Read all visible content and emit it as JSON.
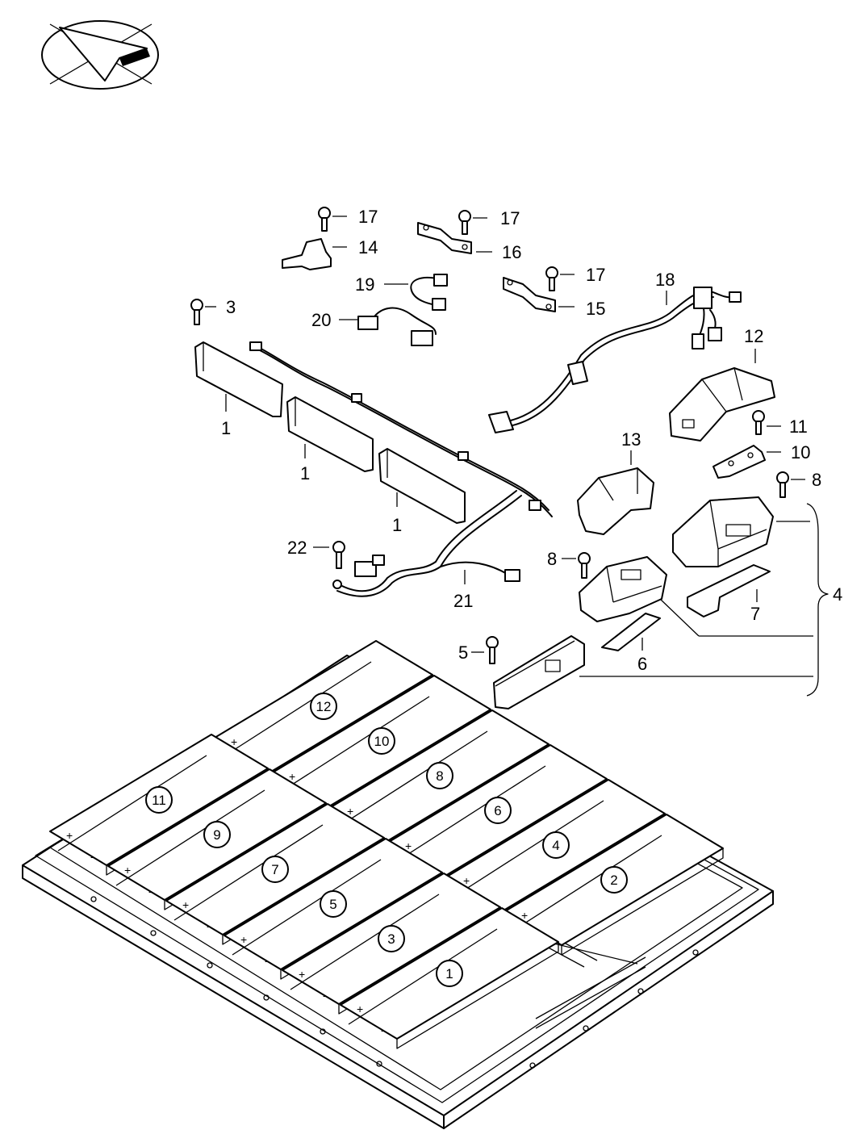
{
  "callouts": [
    {
      "id": "c3",
      "text": "3"
    },
    {
      "id": "c17a",
      "text": "17"
    },
    {
      "id": "c14",
      "text": "14"
    },
    {
      "id": "c17b",
      "text": "17"
    },
    {
      "id": "c16",
      "text": "16"
    },
    {
      "id": "c17c",
      "text": "17"
    },
    {
      "id": "c15",
      "text": "15"
    },
    {
      "id": "c19",
      "text": "19"
    },
    {
      "id": "c20",
      "text": "20"
    },
    {
      "id": "c18",
      "text": "18"
    },
    {
      "id": "c12",
      "text": "12"
    },
    {
      "id": "c11",
      "text": "11"
    },
    {
      "id": "c10",
      "text": "10"
    },
    {
      "id": "c8a",
      "text": "8"
    },
    {
      "id": "c13",
      "text": "13"
    },
    {
      "id": "c1a",
      "text": "1"
    },
    {
      "id": "c1b",
      "text": "1"
    },
    {
      "id": "c1c",
      "text": "1"
    },
    {
      "id": "c22",
      "text": "22"
    },
    {
      "id": "c21",
      "text": "21"
    },
    {
      "id": "c8b",
      "text": "8"
    },
    {
      "id": "c7",
      "text": "7"
    },
    {
      "id": "c4",
      "text": "4"
    },
    {
      "id": "c5",
      "text": "5"
    },
    {
      "id": "c6",
      "text": "6"
    }
  ],
  "modules": [
    "12",
    "10",
    "8",
    "6",
    "4",
    "2",
    "11",
    "9",
    "7",
    "5",
    "3",
    "1"
  ],
  "polarity": {
    "plus": "+",
    "minus": "-"
  },
  "icons": {
    "orientation": "direction-arrow-icon"
  },
  "colors": {
    "line": "#000000",
    "background": "#ffffff"
  }
}
